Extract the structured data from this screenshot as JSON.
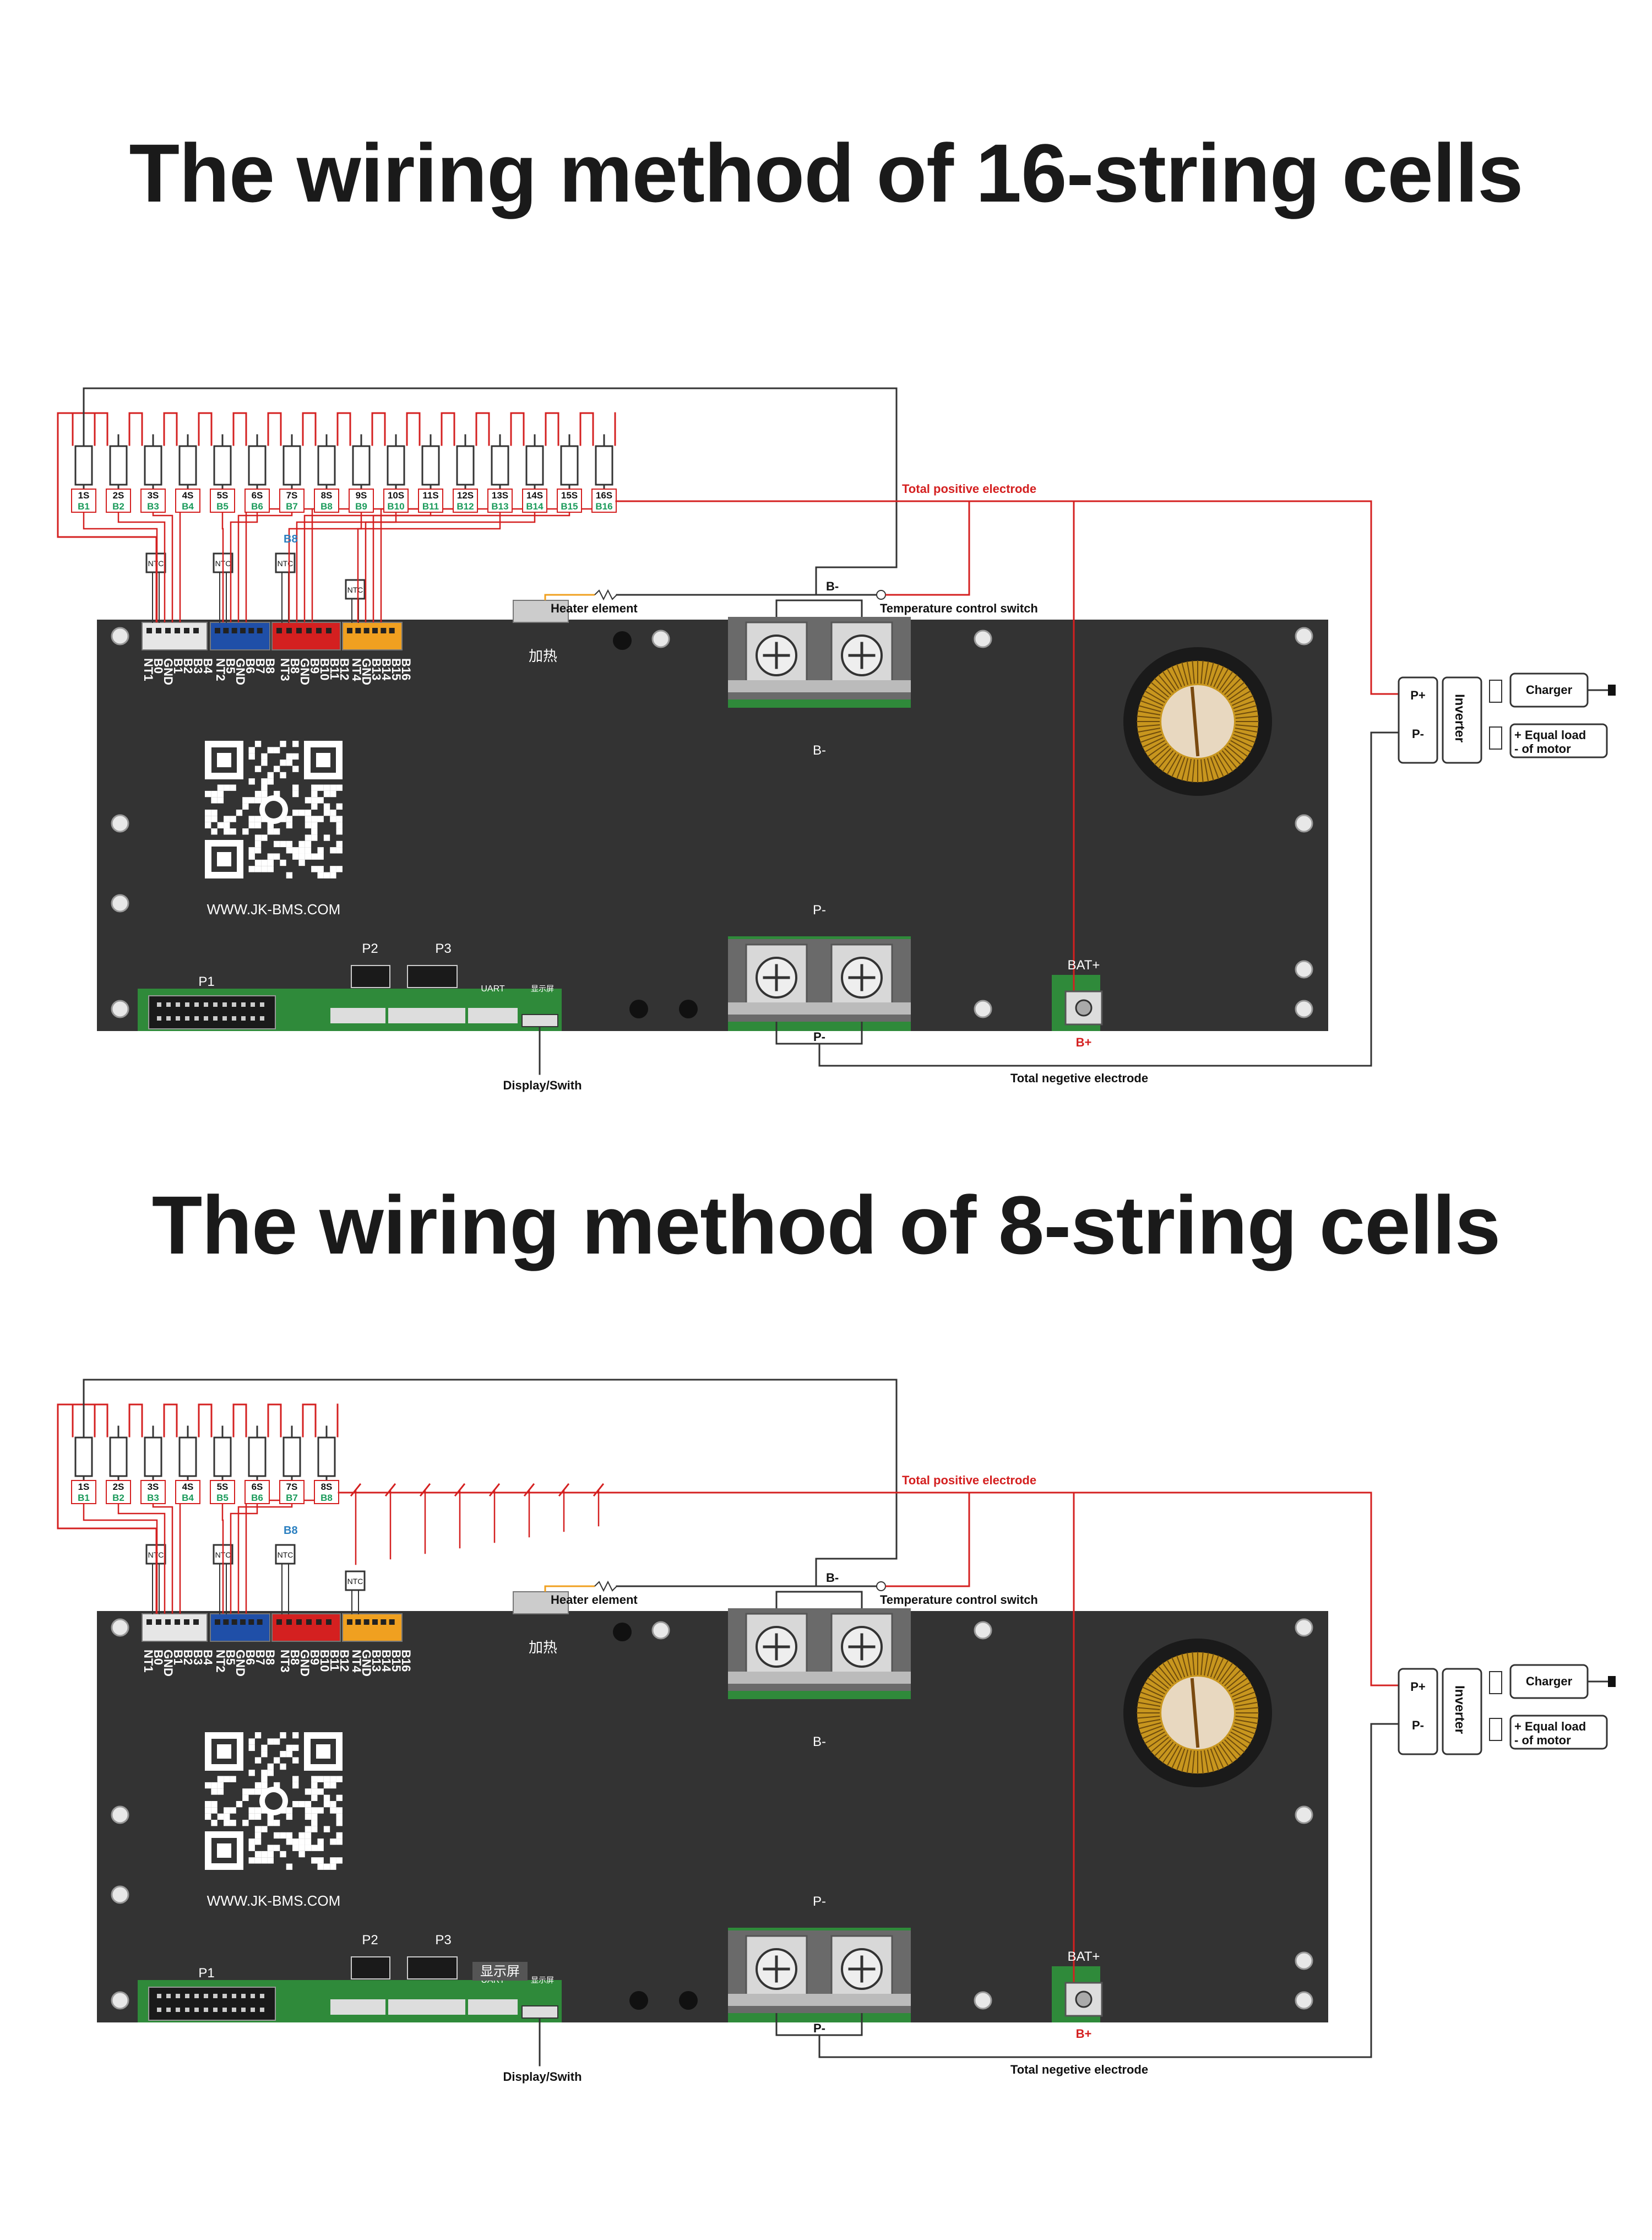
{
  "titles": {
    "top": "The wiring method of 16-string cells",
    "bottom": "The wiring method of 8-string cells"
  },
  "diagram": {
    "cell_labels": [
      "1S",
      "2S",
      "3S",
      "4S",
      "5S",
      "6S",
      "7S",
      "8S",
      "9S",
      "10S",
      "11S",
      "12S",
      "13S",
      "14S",
      "15S",
      "16S"
    ],
    "wire_labels": [
      "B1",
      "B2",
      "B3",
      "B4",
      "B5",
      "B6",
      "B7",
      "B8",
      "B9",
      "B10",
      "B11",
      "B12",
      "B13",
      "B14",
      "B15",
      "B16"
    ],
    "b8_tag": "B8",
    "ntc_label": "NTC",
    "pin_labels": [
      [
        "NT1",
        "B0",
        "GND",
        "B1",
        "B2",
        "B3",
        "B4"
      ],
      [
        "NT2",
        "B5",
        "GND",
        "B6",
        "B7",
        "B8"
      ],
      [
        "NT3",
        "B8",
        "GND",
        "B9",
        "B10",
        "B11",
        "B12"
      ],
      [
        "NT4",
        "GND",
        "B13",
        "B14",
        "B15",
        "B16"
      ]
    ],
    "heater_label": "Heater element",
    "heater_chinese": "加热",
    "b_minus_wire": "B-",
    "temp_switch": "Temperature control switch",
    "total_positive": "Total positive electrode",
    "total_negative": "Total negetive electrode",
    "b_minus_terminal": "B-",
    "p_minus_terminal": "P-",
    "p_minus_wire": "P-",
    "bat_plus": "BAT+",
    "b_plus": "B+",
    "website": "WWW.JK-BMS.COM",
    "p1": "P1",
    "p2": "P2",
    "p3": "P3",
    "uart": "UART",
    "display_cn": "显示屏",
    "display_tag_cn": "显示屏",
    "display_switch": "Display/Swith",
    "p_plus": "P+",
    "p_minus_out": "P-",
    "inverter": "Inverter",
    "charger": "Charger",
    "load_line1": "+ Equal load",
    "load_line2": "- of motor"
  },
  "colors": {
    "board": "#333333",
    "pcb_green": "#2f8a3a",
    "wire_red": "#d42020",
    "wire_dark": "#333333",
    "label_green": "#1a9a5a",
    "label_blue": "#2a7fc0",
    "connector_white": "#e6e6e6",
    "connector_blue": "#1f4fa8",
    "connector_red": "#d42020",
    "connector_orange": "#f0a020",
    "coil_gold": "#c8961e"
  }
}
